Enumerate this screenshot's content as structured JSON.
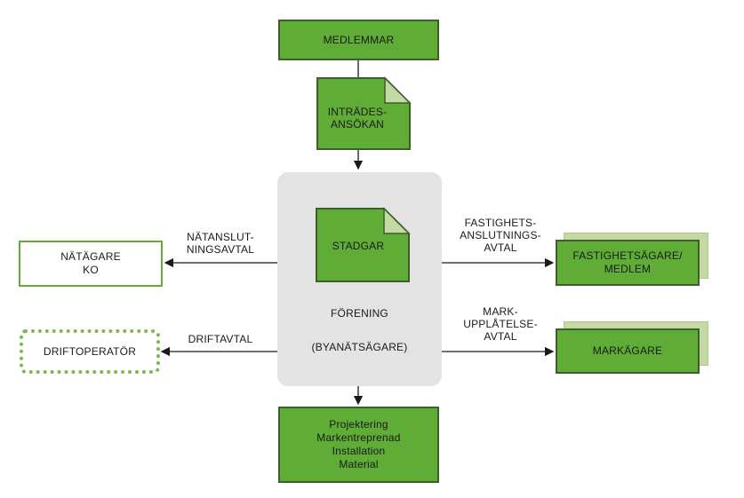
{
  "members": {
    "label": "MEDLEMMAR"
  },
  "application": {
    "label": "INTRÄDES-\nANSÖKAN"
  },
  "association": {
    "statutes": "STADGAR",
    "name": "FÖRENING",
    "subtitle": "(BYANÄTSÄGARE)"
  },
  "network_owner": {
    "label": "NÄTÄGARE\nKO",
    "agreement": "NÄTANSLUT-\nNINGSAVTAL"
  },
  "operator": {
    "label": "DRIFTOPERATÖR",
    "agreement": "DRIFTAVTAL"
  },
  "property_owner": {
    "label": "FASTIGHETSÄGARE/\nMEDLEM",
    "agreement": "FASTIGHETS-\nANSLUTNINGS-\nAVTAL"
  },
  "land_owner": {
    "label": "MARKÄGARE",
    "agreement": "MARK-\nUPPLÅTELSE-\nAVTAL"
  },
  "project": {
    "label": "Projektering\nMarkentreprenad\nInstallation\nMaterial"
  },
  "colors": {
    "green": "#5fac37",
    "dark_border": "#3e5f2c",
    "light_green": "#c4d9a3",
    "panel": "#e3e3e3"
  }
}
